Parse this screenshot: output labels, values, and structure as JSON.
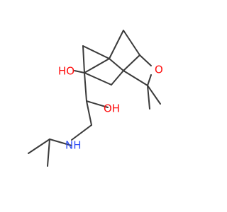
{
  "molecule": {
    "atoms": {
      "ring_oxygen": "O",
      "hydroxyl_top": "HO",
      "hydroxyl_side": "OH",
      "amine": "NH"
    },
    "colors": {
      "bond": "#3a3a3a",
      "oxygen": "#ff0d0d",
      "nitrogen": "#3050f8",
      "background": "#ffffff"
    }
  }
}
